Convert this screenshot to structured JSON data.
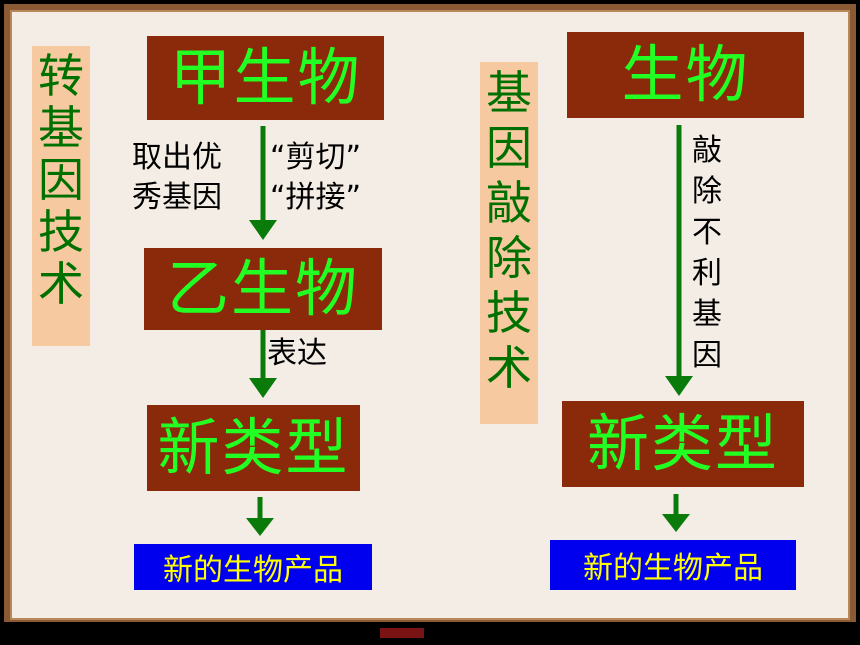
{
  "left": {
    "side_label": [
      "转",
      "基",
      "因",
      "技",
      "术"
    ],
    "source_box": "甲生物",
    "note_left": [
      "取出优",
      "秀基因"
    ],
    "note_right": [
      "“剪切”",
      "“拼接”"
    ],
    "middle_box": "乙生物",
    "express_note": "表达",
    "new_type_box": "新类型",
    "product": "新的生物产品"
  },
  "right": {
    "side_label": [
      "基",
      "因",
      "敲",
      "除",
      "技",
      "术"
    ],
    "source_box": "生物",
    "knockout_note": [
      "敲",
      "除",
      "不",
      "利",
      "基",
      "因"
    ],
    "new_type_box": "新类型",
    "product": "新的生物产品"
  },
  "colors": {
    "box_bg": "#8a2a0a",
    "box_text": "#22ff22",
    "label_bg": "#f6c9a0",
    "label_text": "#007000",
    "product_bg": "#0000ee",
    "product_text": "#ffff00",
    "arrow": "#0a7a0a"
  }
}
